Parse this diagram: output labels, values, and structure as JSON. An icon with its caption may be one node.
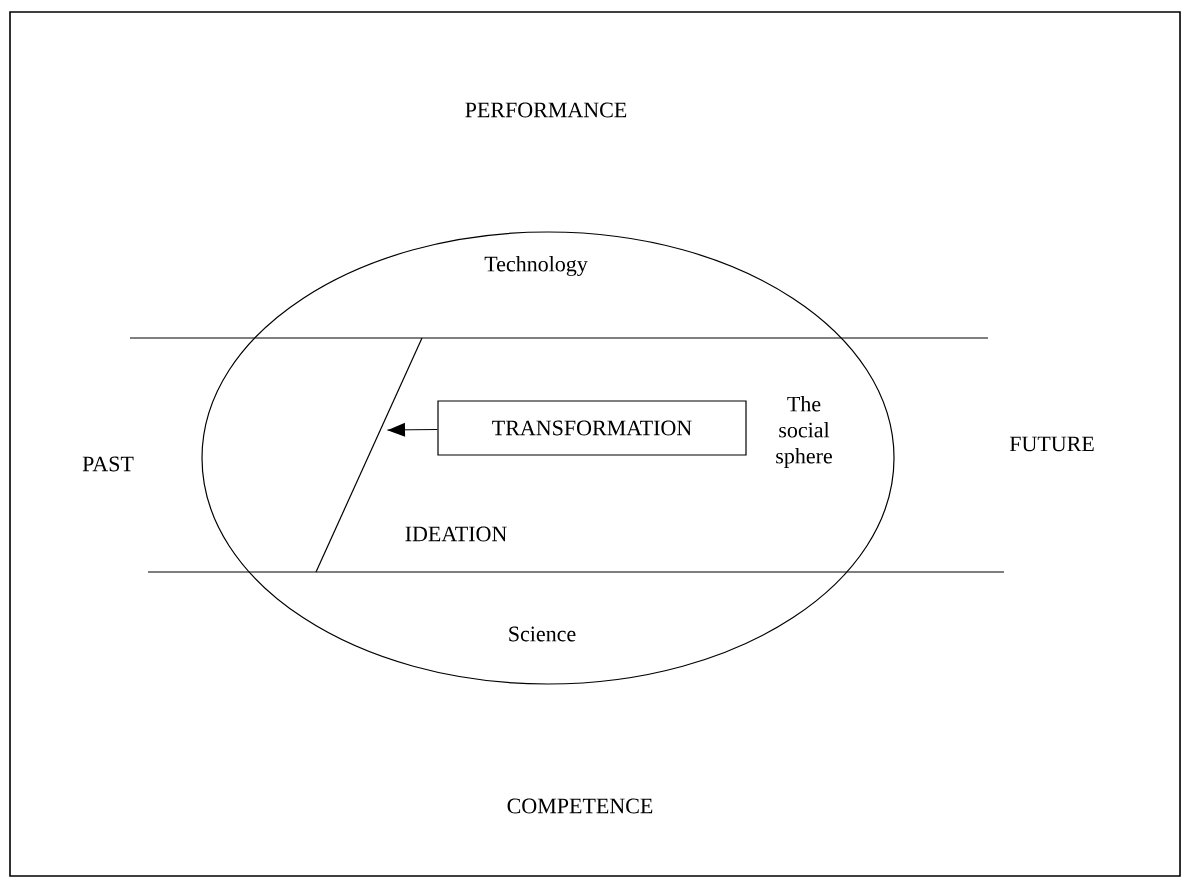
{
  "diagram": {
    "nodes": [
      {
        "text": [
          "TRANSFORMATION"
        ]
      },
      {
        "text": [],
        "shape": "line"
      }
    ],
    "edges": [
      {
        "from": 0,
        "to": 1,
        "arrow": "to"
      }
    ],
    "labels": [
      "PERFORMANCE",
      "Technology",
      "PAST",
      "The social sphere",
      "FUTURE",
      "IDEATION",
      "Science",
      "COMPETENCE"
    ]
  }
}
